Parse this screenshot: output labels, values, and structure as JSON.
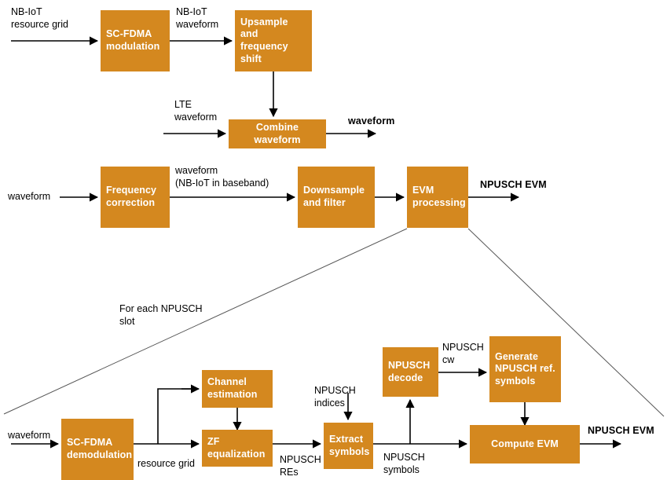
{
  "diagram": {
    "title": "NB-IoT NPUSCH EVM measurement block diagram",
    "colors": {
      "block_fill": "#d4881f",
      "block_text": "#ffffff",
      "line": "#000000",
      "expansion_line": "#555555",
      "background": "#ffffff"
    }
  },
  "blocks": [
    {
      "id": "sc-fdma-modulation",
      "label": "SC-FDMA\nmodulation"
    },
    {
      "id": "upsample-freq-shift",
      "label": "Upsample and\nfrequency shift"
    },
    {
      "id": "combine-waveform",
      "label": "Combine waveform"
    },
    {
      "id": "frequency-correction",
      "label": "Frequency\ncorrection"
    },
    {
      "id": "downsample-filter",
      "label": "Downsample\nand filter"
    },
    {
      "id": "evm-processing",
      "label": "EVM\nprocessing"
    },
    {
      "id": "sc-fdma-demodulation",
      "label": "SC-FDMA\ndemodulation"
    },
    {
      "id": "channel-estimation",
      "label": "Channel\nestimation"
    },
    {
      "id": "zf-equalization",
      "label": "ZF\nequalization"
    },
    {
      "id": "extract-symbols",
      "label": "Extract\nsymbols"
    },
    {
      "id": "npusch-decode",
      "label": "NPUSCH\ndecode"
    },
    {
      "id": "generate-npusch-ref",
      "label": "Generate\nNPUSCH ref.\nsymbols"
    },
    {
      "id": "compute-evm",
      "label": "Compute EVM"
    }
  ],
  "labels": {
    "nbiot_resource_grid": "NB-IoT\nresource grid",
    "nbiot_waveform": "NB-IoT\nwaveform",
    "lte_waveform": "LTE\nwaveform",
    "waveform_out_top": "waveform",
    "waveform_in_mid": "waveform",
    "waveform_nbiot_baseband": "waveform\n(NB-IoT in baseband)",
    "npusch_evm_mid": "NPUSCH EVM",
    "for_each_npusch_slot": "For each NPUSCH\nslot",
    "waveform_in_bottom": "waveform",
    "resource_grid": "resource grid",
    "npusch_res": "NPUSCH\nREs",
    "npusch_indices": "NPUSCH\nindices",
    "npusch_symbols": "NPUSCH\nsymbols",
    "npusch_cw": "NPUSCH\ncw",
    "npusch_evm_bottom": "NPUSCH EVM"
  }
}
